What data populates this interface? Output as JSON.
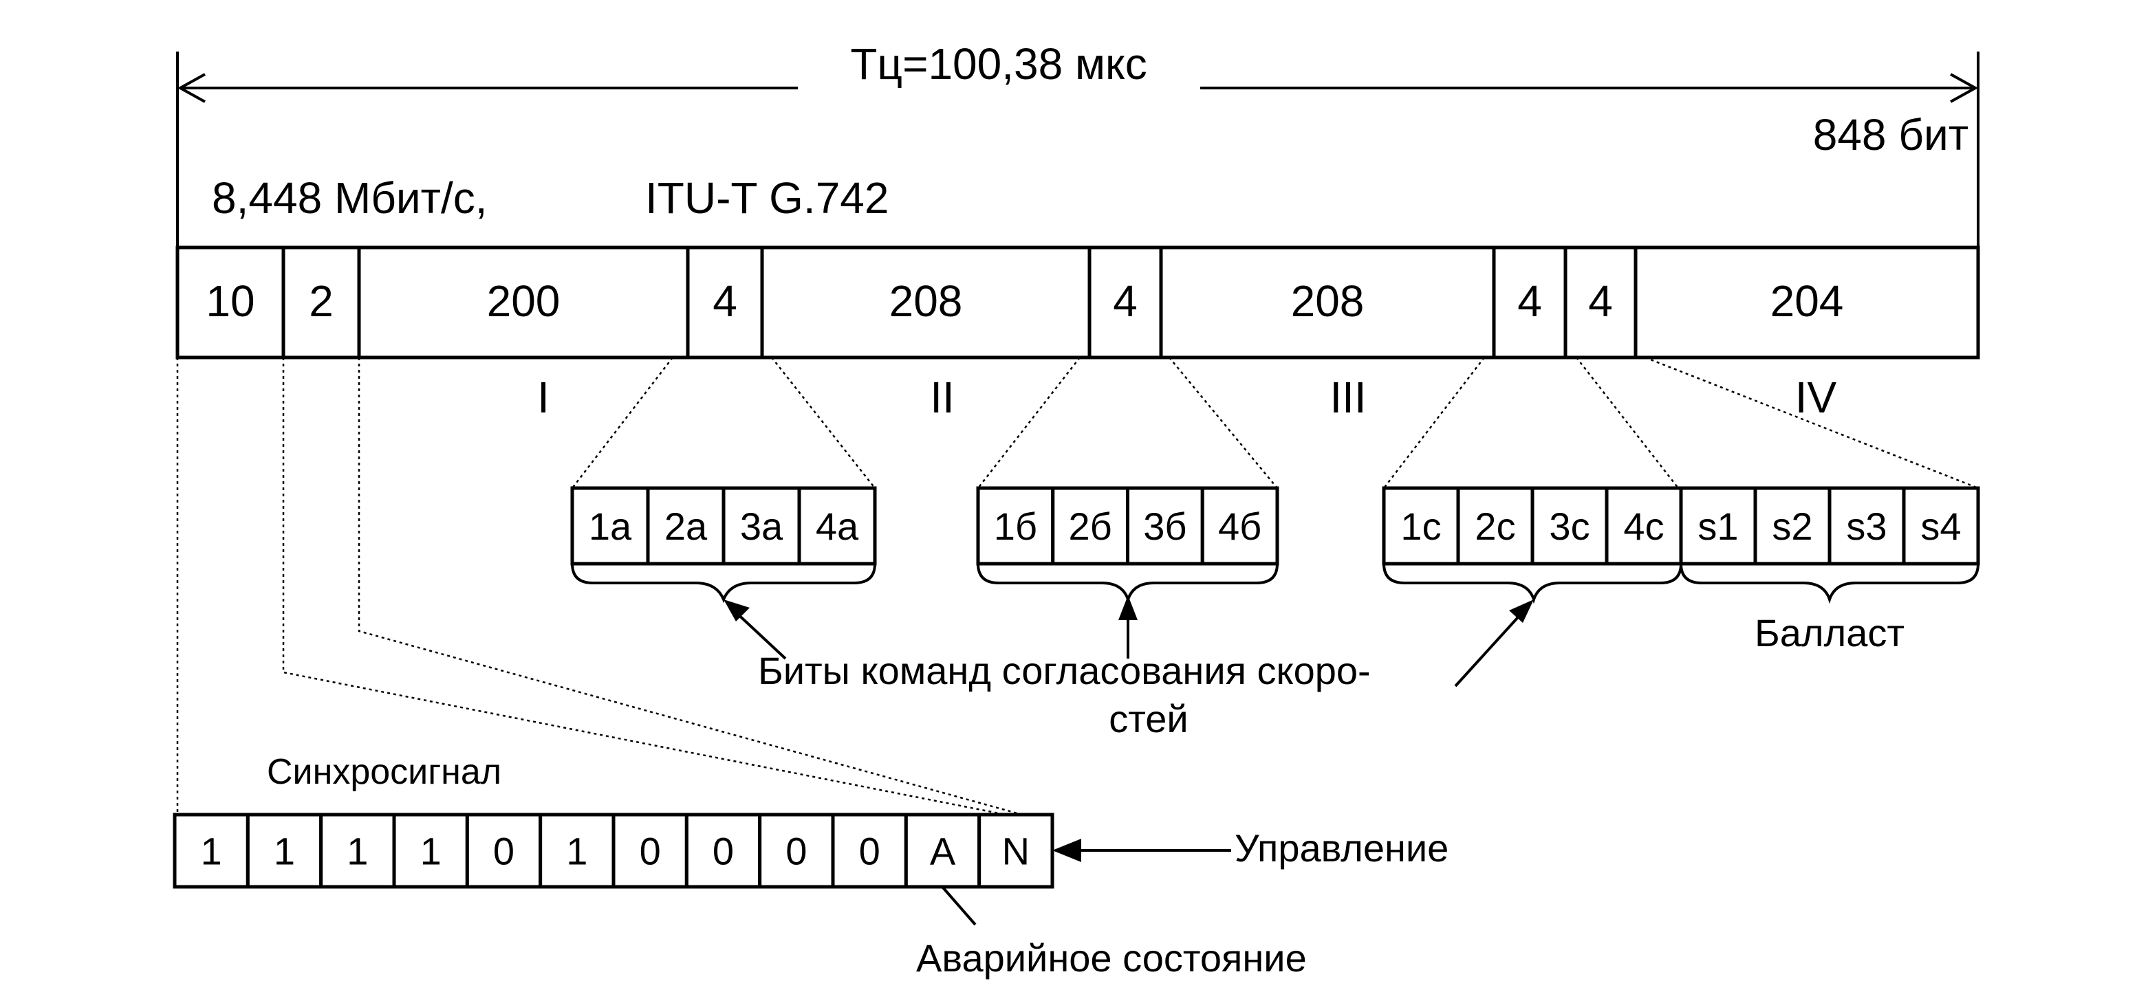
{
  "header": {
    "period": "Tц=100,38 мкс",
    "frame_bits": "848 бит",
    "rate": "8,448 Мбит/с,",
    "standard": "ITU-T G.742"
  },
  "frame": {
    "cells": [
      "10",
      "2",
      "200",
      "4",
      "208",
      "4",
      "208",
      "4",
      "4",
      "204"
    ],
    "groups": [
      "I",
      "II",
      "III",
      "IV"
    ]
  },
  "justification": {
    "group_a": [
      "1а",
      "2а",
      "3а",
      "4а"
    ],
    "group_b": [
      "1б",
      "2б",
      "3б",
      "4б"
    ],
    "group_c": [
      "1с",
      "2с",
      "3с",
      "4с"
    ],
    "ballast_cells": [
      "s1",
      "s2",
      "s3",
      "s4"
    ],
    "ballast_label": "Балласт",
    "commands_label_line1": "Биты команд согласования скоро-",
    "commands_label_line2": "стей"
  },
  "sync": {
    "label": "Синхросигнал",
    "bits": [
      "1",
      "1",
      "1",
      "1",
      "0",
      "1",
      "0",
      "0",
      "0",
      "0",
      "А",
      "N"
    ],
    "control_label": "Управление",
    "alarm_label": "Аварийное состояние"
  }
}
